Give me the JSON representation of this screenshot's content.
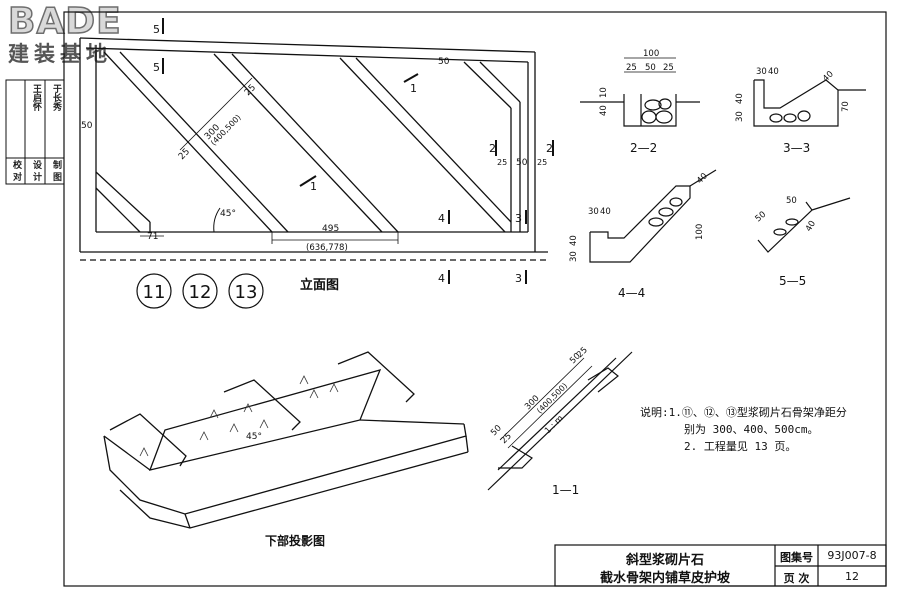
{
  "logo": {
    "brand": "BADE",
    "subtitle": "建装基地"
  },
  "left_strip": {
    "top_row": [
      "王启怀",
      "于长秀"
    ],
    "roles": [
      "校 对",
      "设 计",
      "制 图"
    ]
  },
  "elevation": {
    "title": "立面图",
    "section_marks": {
      "five": "5",
      "four": "4",
      "three": "3",
      "two": "2",
      "one": "1"
    },
    "dims": {
      "left_50": "50",
      "left_71": "71",
      "angle": "45°",
      "d300": "300",
      "d300_alt": "(400,500)",
      "d25": "25",
      "d495": "495",
      "d495_alt": "(636,778)",
      "d50_top": "50",
      "d50_right": "50"
    },
    "type_marks": [
      "11",
      "12",
      "13"
    ]
  },
  "sections": {
    "s22": {
      "label": "2—2",
      "d100": "100",
      "d25": "25",
      "d50": "50",
      "d10": "10",
      "d40": "40"
    },
    "s33": {
      "label": "3—3",
      "d30": "30",
      "d40": "40",
      "d70": "70",
      "d40b": "40"
    },
    "s44": {
      "label": "4—4",
      "d30": "30",
      "d40": "40",
      "d100": "100",
      "d40b": "40"
    },
    "s55": {
      "label": "5—5",
      "d50": "50",
      "d40": "40"
    },
    "s11": {
      "label": "1—1",
      "d300": "300",
      "d300_alt": "(400,500)",
      "d50": "50",
      "d25": "25",
      "slope": "1 : m"
    }
  },
  "projection": {
    "title": "下部投影图",
    "angle": "45°"
  },
  "notes": {
    "line1": "说明:1.⑪、⑫、⑬型浆砌片石骨架净距分",
    "line2": "别为 300、400、500cm。",
    "line3": "2. 工程量见 13 页。"
  },
  "title_block": {
    "title_line1": "斜型浆砌片石",
    "title_line2": "截水骨架内铺草皮护坡",
    "atlas_label": "图集号",
    "atlas_value": "93J007-8",
    "page_label": "页  次",
    "page_value": "12"
  }
}
